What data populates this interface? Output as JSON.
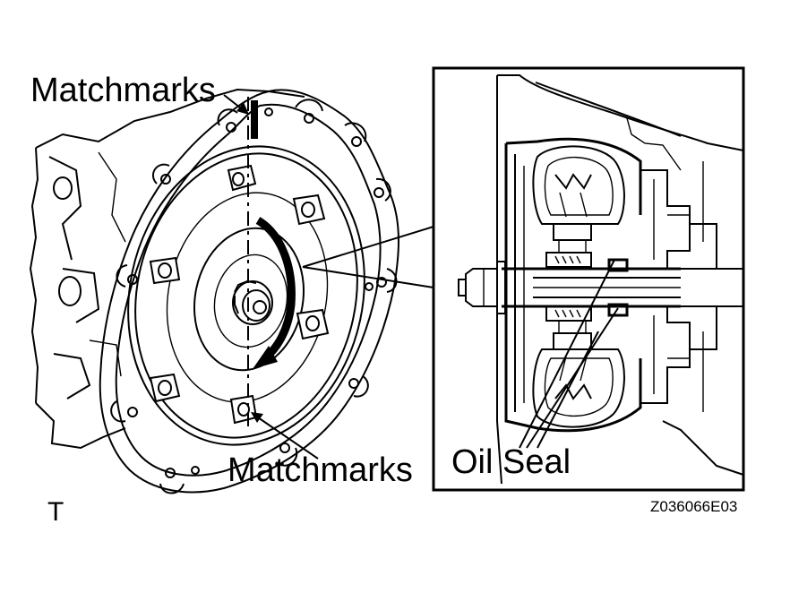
{
  "labels": {
    "matchmarks_top": "Matchmarks",
    "matchmarks_bottom": "Matchmarks",
    "oil_seal": "Oil Seal",
    "corner_mark": "T",
    "figure_code": "Z036066E03"
  },
  "colors": {
    "ink": "#000000",
    "paper": "#ffffff"
  }
}
